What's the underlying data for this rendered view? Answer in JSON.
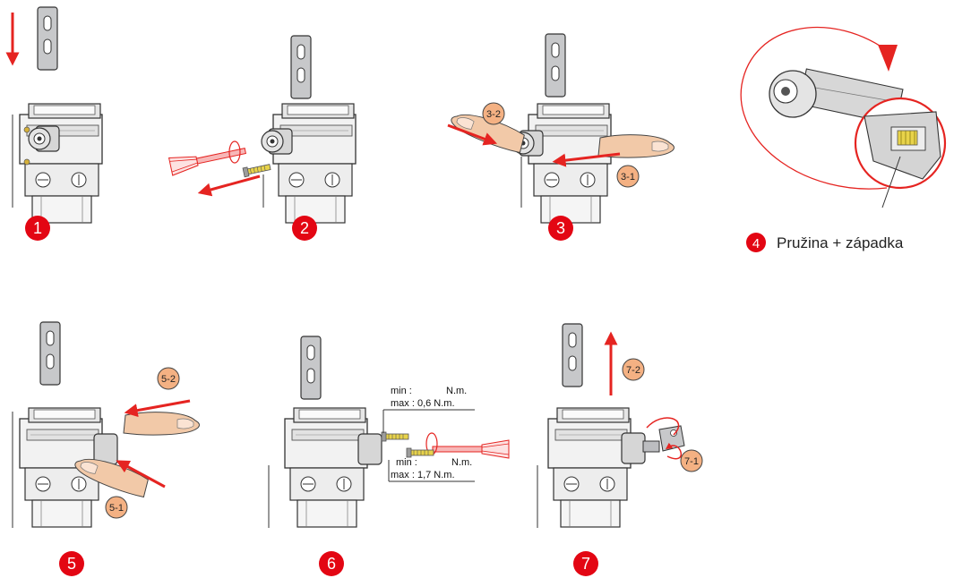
{
  "colors": {
    "accent": "#e30613",
    "arrow": "#e52421",
    "sub_badge_fill": "#f4b183",
    "skin": "#f2c9a8",
    "metal": "#bcbdc0",
    "housing": "#ececec",
    "spring": "#e8d34a"
  },
  "steps": [
    {
      "number": "1"
    },
    {
      "number": "2"
    },
    {
      "number": "3",
      "sub_labels": [
        "3-2",
        "3-1"
      ]
    },
    {
      "number": "4",
      "caption": "Pružina + západka"
    },
    {
      "number": "5",
      "sub_labels": [
        "5-2",
        "5-1"
      ]
    },
    {
      "number": "6",
      "torque": {
        "top": {
          "min": "min :",
          "min_unit": "N.m.",
          "max": "max : 0,6 N.m."
        },
        "bottom": {
          "min": "min :",
          "min_unit": "N.m.",
          "max": "max : 1,7 N.m."
        }
      }
    },
    {
      "number": "7",
      "sub_labels": [
        "7-2",
        "7-1"
      ]
    }
  ],
  "icons": {
    "screwdriver": "screwdriver-icon",
    "key": "key-icon",
    "finger": "finger-icon"
  }
}
